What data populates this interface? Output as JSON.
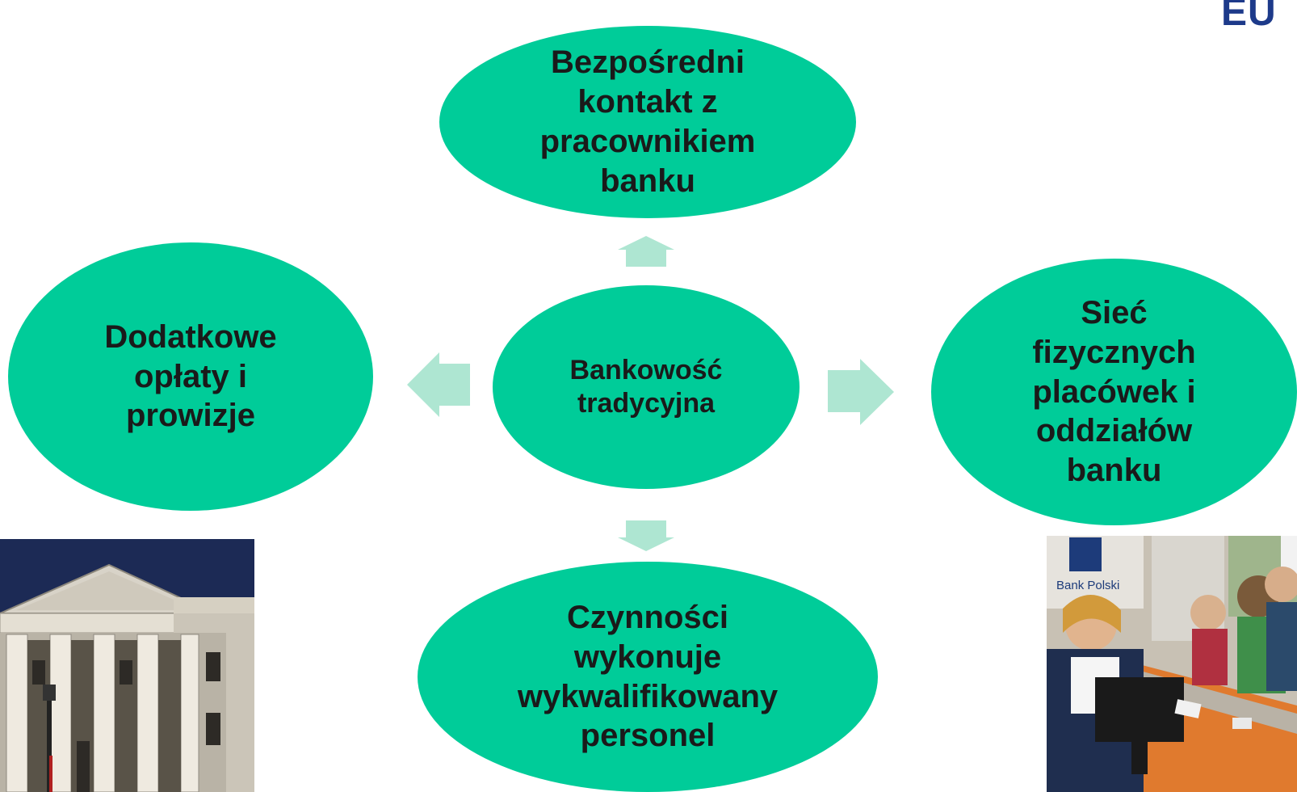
{
  "diagram": {
    "center": "Bankowość\ntradycyjna",
    "top": "Bezpośredni\nkontakt z\npracownikiem\nbanku",
    "left": "Dodatkowe\nopłaty i\nprowizje",
    "right": "Sieć\nfizycznych\nplacówek i\noddziałów\nbanku",
    "bottom": "Czynności\nwykonuje\nwykwalifikowany\npersonel"
  },
  "colors": {
    "node_fill": "#00cc99",
    "arrow_fill": "#aee6d2",
    "text": "#1a1a1a",
    "logo": "#1d3a8a"
  },
  "photos": {
    "left_photo_sign": "",
    "right_photo_sign": "Bank Polski"
  },
  "logo_text": "EU"
}
